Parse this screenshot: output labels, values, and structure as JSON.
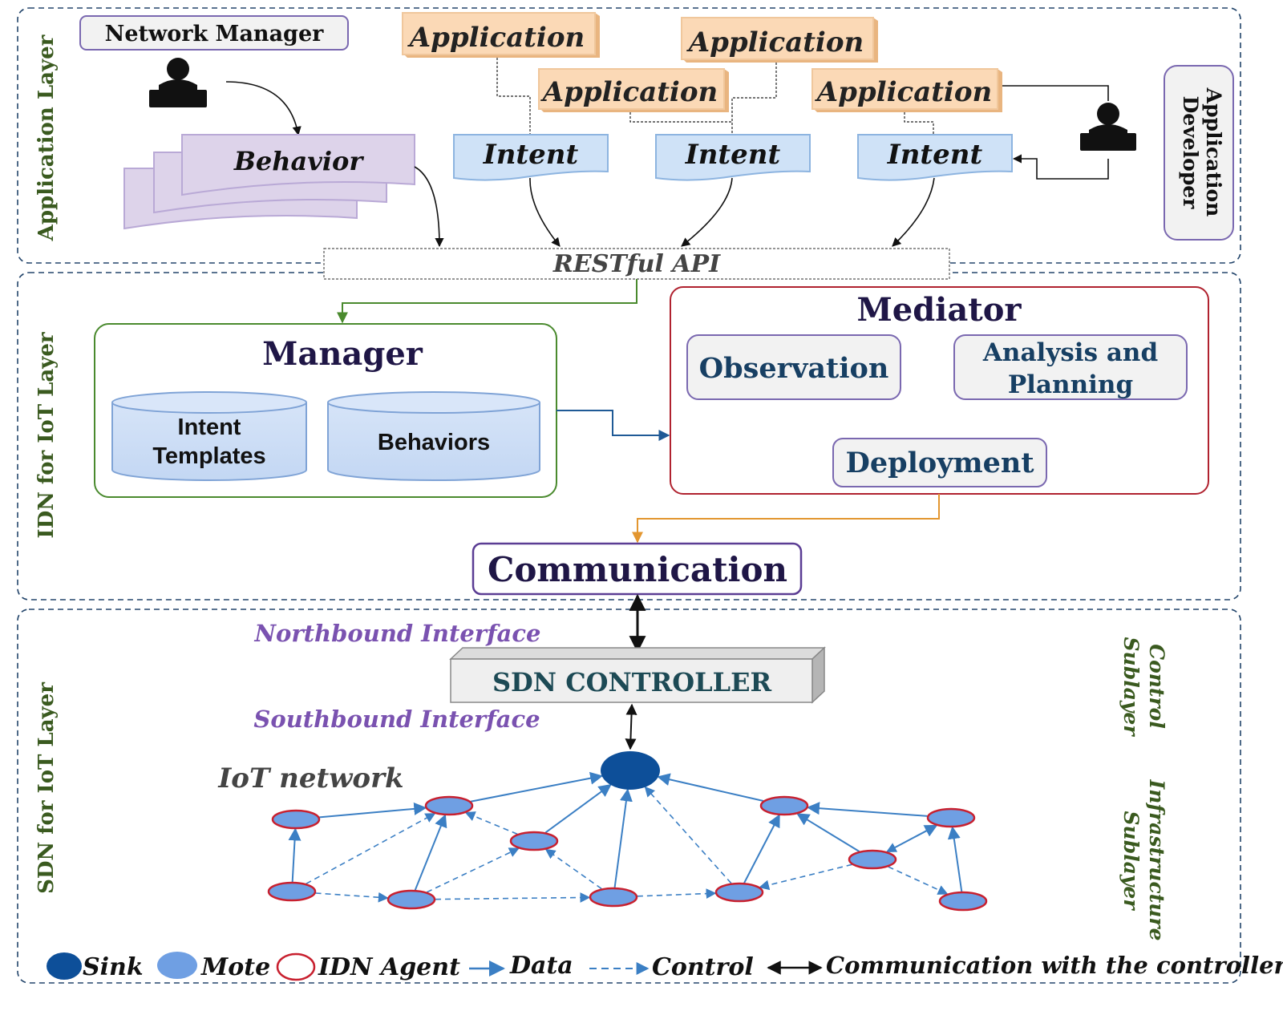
{
  "layers": {
    "application": "Application Layer",
    "idn": "IDN for IoT Layer",
    "sdn": "SDN for IoT Layer"
  },
  "application_layer": {
    "network_manager": "Network Manager",
    "behavior": "Behavior",
    "applications": [
      "Application",
      "Application",
      "Application",
      "Application"
    ],
    "intents": [
      "Intent",
      "Intent",
      "Intent"
    ],
    "application_developer": [
      "Application",
      "Developer"
    ],
    "restful_api": "RESTful API"
  },
  "idn_layer": {
    "manager": {
      "title": "Manager",
      "intent_templates": [
        "Intent",
        "Templates"
      ],
      "behaviors": "Behaviors"
    },
    "mediator": {
      "title": "Mediator",
      "observation": "Observation",
      "analysis_planning": [
        "Analysis and",
        "Planning"
      ],
      "deployment": "Deployment"
    },
    "communication": "Communication"
  },
  "sdn_layer": {
    "northbound": "Northbound Interface",
    "controller": "SDN CONTROLLER",
    "southbound": "Southbound Interface",
    "iot_network": "IoT network",
    "control_sublayer": [
      "Control",
      "Sublayer"
    ],
    "infrastructure_sublayer": [
      "Infrastructure",
      "Sublayer"
    ]
  },
  "legend": {
    "sink": "Sink",
    "mote": "Mote",
    "idn_agent": "IDN Agent",
    "data": "Data",
    "control": "Control",
    "communication": "Communication with the controller"
  },
  "colors": {
    "layer_label": "#3a5a1f",
    "title_navy": "#1f1646",
    "node_fill": "#6f9fe3",
    "node_border": "#c8202f",
    "sink_fill": "#0d4f99",
    "arrow_blue": "#3b7fc4",
    "interface_purple": "#7a52b0",
    "application_fill": "#fbd9b6",
    "intent_fill": "#cfe2f7",
    "behavior_fill": "#ddd3ea",
    "manager_border": "#4a8a2e",
    "mediator_border": "#b0222f",
    "orange_arrow": "#e3962f"
  },
  "network": {
    "sink": {
      "id": "sink"
    },
    "motes": [
      {
        "id": "m1"
      },
      {
        "id": "m2"
      },
      {
        "id": "m3"
      },
      {
        "id": "m4"
      },
      {
        "id": "m5"
      },
      {
        "id": "m6"
      },
      {
        "id": "m7"
      },
      {
        "id": "m8"
      },
      {
        "id": "m9"
      },
      {
        "id": "m10"
      },
      {
        "id": "m11"
      },
      {
        "id": "m12"
      },
      {
        "id": "m13"
      }
    ],
    "data_links": [
      [
        "m5",
        "m1"
      ],
      [
        "m1",
        "m2"
      ],
      [
        "m2",
        "sink"
      ],
      [
        "m6",
        "m2"
      ],
      [
        "m3",
        "sink"
      ],
      [
        "m7",
        "sink"
      ],
      [
        "m4",
        "sink"
      ],
      [
        "m8",
        "m4"
      ],
      [
        "m11",
        "m4"
      ],
      [
        "m11",
        "m12"
      ],
      [
        "m12",
        "m4"
      ],
      [
        "m13",
        "m12"
      ]
    ],
    "control_links": [
      [
        "m5",
        "m6"
      ],
      [
        "m5",
        "m2"
      ],
      [
        "m6",
        "m3"
      ],
      [
        "m3",
        "m2"
      ],
      [
        "m6",
        "m7"
      ],
      [
        "m7",
        "m3"
      ],
      [
        "m7",
        "m8"
      ],
      [
        "m8",
        "sink"
      ],
      [
        "m11",
        "m8"
      ],
      [
        "m11",
        "m13"
      ],
      [
        "m12",
        "m11"
      ]
    ]
  }
}
